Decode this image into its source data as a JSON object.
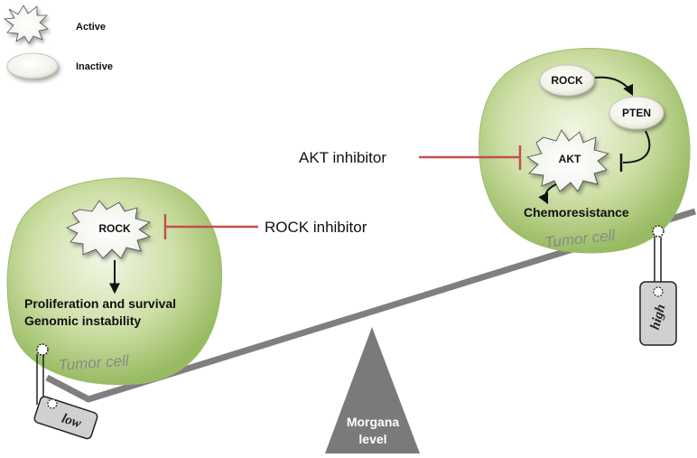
{
  "legend": {
    "active": "Active",
    "inactive": "Inactive"
  },
  "left_cell": {
    "node": "ROCK",
    "inhibitor": "ROCK inhibitor",
    "outcome_line1": "Proliferation and survival",
    "outcome_line2": "Genomic instability",
    "cell_label": "Tumor cell",
    "tag": "low"
  },
  "right_cell": {
    "node_rock": "ROCK",
    "node_pten": "PTEN",
    "node_akt": "AKT",
    "inhibitor": "AKT inhibitor",
    "outcome": "Chemoresistance",
    "cell_label": "Tumor cell",
    "tag": "high"
  },
  "fulcrum": {
    "line1": "Morgana",
    "line2": "level"
  },
  "colors": {
    "cell_fill": "#bcd190",
    "cell_edge": "#8fb25c",
    "inhibitor_line": "#c0504d",
    "beam": "#7f7f7f",
    "fulcrum": "#7a7a7a"
  }
}
